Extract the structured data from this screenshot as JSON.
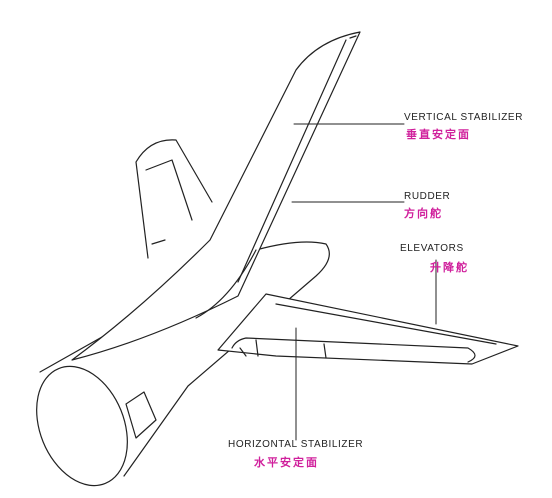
{
  "labels": {
    "vertical_stabilizer": {
      "en": "VERTICAL STABILIZER",
      "zh": "垂直安定面"
    },
    "rudder": {
      "en": "RUDDER",
      "zh": "方向舵"
    },
    "elevators": {
      "en": "ELEVATORS",
      "zh": "升降舵"
    },
    "horizontal_stabilizer": {
      "en": "HORIZONTAL STABILIZER",
      "zh": "水平安定面"
    }
  },
  "colors": {
    "chinese_text": "#d0209c",
    "line": "#222222"
  }
}
